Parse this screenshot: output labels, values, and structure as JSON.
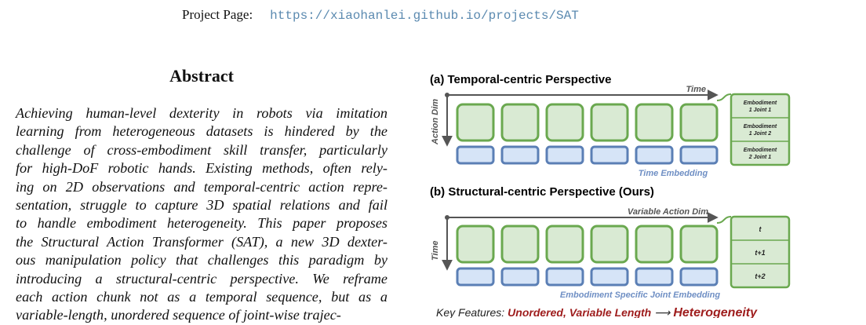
{
  "header": {
    "label": "Project Page:",
    "url": "https://xiaohanlei.github.io/projects/SAT"
  },
  "abstract": {
    "title": "Abstract",
    "lines": [
      "Achieving human-level dexterity in robots via imitation",
      "learning from heterogeneous datasets is hindered by the",
      "challenge of cross-embodiment skill transfer, particularly",
      "for high-DoF robotic hands. Existing methods, often rely-",
      "ing on 2D observations and temporal-centric action repre-",
      "sentation, struggle to capture 3D spatial relations and fail",
      "to handle embodiment heterogeneity. This paper proposes",
      "the Structural Action Transformer (SAT), a new 3D dexter-",
      "ous manipulation policy that challenges this paradigm by",
      "introducing a structural-centric perspective. We reframe",
      "each action chunk not as a temporal sequence, but as a",
      "variable-length, unordered sequence of joint-wise trajec-"
    ]
  },
  "figure": {
    "panel_a": {
      "title": "(a) Temporal-centric Perspective",
      "axis_horizontal": "Time",
      "axis_vertical": "Action Dim",
      "embedding_label": "Time Embedding",
      "side_cells": [
        [
          "Embodiment",
          "1 Joint 1"
        ],
        [
          "Embodiment",
          "1 Joint 2"
        ],
        [
          "Embodiment",
          "2 Joint 1"
        ]
      ]
    },
    "panel_b": {
      "title": "(b) Structural-centric Perspective (Ours)",
      "axis_horizontal": "Variable Action Dim",
      "axis_vertical": "Time",
      "embedding_label": "Embodiment Specific Joint Embedding",
      "side_cells": [
        "t",
        "t+1",
        "t+2"
      ]
    },
    "key_features": {
      "prefix": "Key Features:",
      "highlight": "Unordered, Variable Length",
      "arrow": "⟶",
      "result": "Heterogeneity"
    },
    "colors": {
      "token_fill": "#d9ead3",
      "token_stroke": "#6aa84f",
      "embed_fill": "#d6e4f7",
      "embed_stroke": "#5b7fb5",
      "embed_text": "#6f8fc4",
      "axis": "#555555",
      "highlight_text": "#9e1c1c"
    }
  }
}
